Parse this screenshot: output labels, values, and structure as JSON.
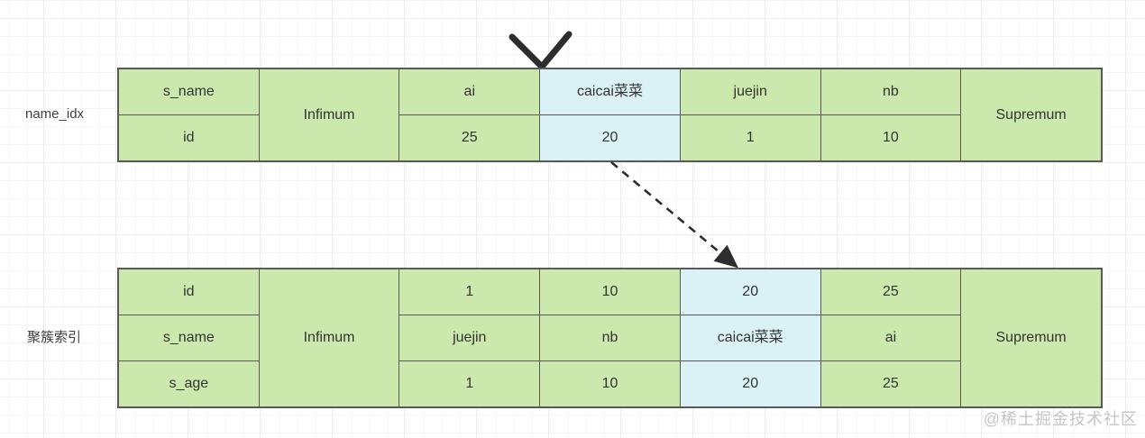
{
  "secondary_index": {
    "label": "name_idx",
    "row1": [
      "s_name",
      "Infimum",
      "ai",
      "caicai菜菜",
      "juejin",
      "nb",
      "Supremum"
    ],
    "row2": [
      "id",
      "25",
      "20",
      "1",
      "10"
    ]
  },
  "clustered_index": {
    "label": "聚簇索引",
    "row1": [
      "id",
      "Infimum",
      "1",
      "10",
      "20",
      "25",
      "Supremum"
    ],
    "row2": [
      "s_name",
      "juejin",
      "nb",
      "caicai菜菜",
      "ai"
    ],
    "row3": [
      "s_age",
      "1",
      "10",
      "20",
      "25"
    ]
  },
  "watermark": "@稀土掘金技术社区",
  "colors": {
    "cell_green": "#cbe8ad",
    "cell_highlight_blue": "#daf1f5",
    "table_border": "#595959",
    "cell_text": "#333333",
    "arrow": "#2d2d2d",
    "watermark_text": "#c6c6c6",
    "grid_minor": "#f6f6f6",
    "grid_major": "#ececec"
  }
}
